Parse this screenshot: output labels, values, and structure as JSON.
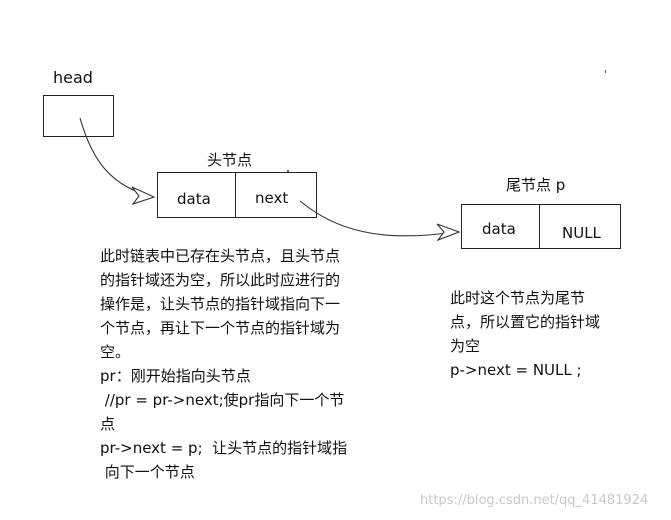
{
  "head_label": "head",
  "head_node": {
    "title": "头节点",
    "data_label": "data",
    "next_label": "next"
  },
  "tail_node": {
    "title": "尾节点 p",
    "data_label": "data",
    "next_label": "NULL"
  },
  "left_text": [
    "此时链表中已存在头节点，且头节点",
    "的指针域还为空，所以此时应进行的",
    "操作是，让头节点的指针域指向下一",
    "个节点，再让下一个节点的指针域为",
    "空。",
    "pr：刚开始指向头节点",
    " //pr = pr->next;使pr指向下一个节",
    "点",
    "pr->next = p;  让头节点的指针域指",
    " 向下一个节点"
  ],
  "right_text": [
    "此时这个节点为尾节",
    "点，所以置它的指针域",
    "为空",
    "p->next = NULL ;"
  ],
  "watermark": "https://blog.csdn.net/qq_41481924"
}
